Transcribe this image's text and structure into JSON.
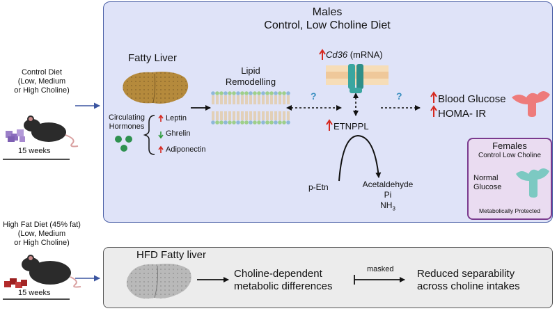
{
  "left": {
    "control_diet": [
      "Control Diet",
      "(Low, Medium",
      "or High Choline)"
    ],
    "control_weeks": "15 weeks",
    "hfd_diet": [
      "High Fat Diet (45% fat)",
      "(Low, Medium",
      "or High Choline)"
    ],
    "hfd_weeks": "15 weeks"
  },
  "males": {
    "title": [
      "Males",
      "Control, Low Choline Diet"
    ],
    "fatty_liver": "Fatty Liver",
    "circulating": [
      "Circulating",
      "Hormones"
    ],
    "hormones": [
      {
        "label": "Leptin",
        "dir": "up"
      },
      {
        "label": "Ghrelin",
        "dir": "down"
      },
      {
        "label": "Adiponectin",
        "dir": "up"
      }
    ],
    "lipid": [
      "Lipid",
      "Remodelling"
    ],
    "cd36": "Cd36",
    "mrna": " (mRNA)",
    "question": "?",
    "etnppl": "ETNPPL",
    "blood_glucose": "Blood Glucose",
    "homa": "HOMA- IR",
    "petn": "p-Etn",
    "products": [
      "Acetaldehyde",
      "Pi",
      "NH"
    ],
    "nh3_sub": "3"
  },
  "females": {
    "title": "Females",
    "subtitle": "Control Low Choline",
    "glucose": [
      "Normal",
      "Glucose"
    ],
    "protected": "Metabolically Protected"
  },
  "hfd": {
    "liver": "HFD Fatty liver",
    "choline": [
      "Choline-dependent",
      "metabolic differences"
    ],
    "masked": "masked",
    "reduced": [
      "Reduced separability",
      "across choline intakes"
    ]
  },
  "colors": {
    "up_arrow": "#d6281f",
    "down_arrow": "#2e9a3c",
    "panel_blue": "#dfe3f8",
    "panel_border": "#4a5fa6",
    "females_bg": "#eadcf1",
    "females_border": "#7a3a8e",
    "question": "#3a8fc0"
  }
}
